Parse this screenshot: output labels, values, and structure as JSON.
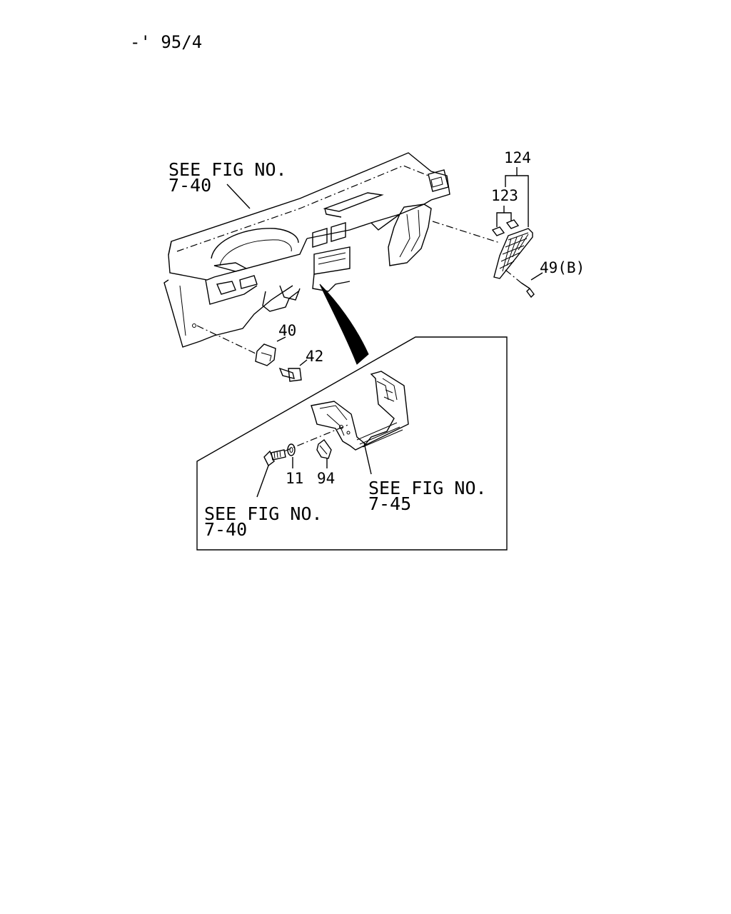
{
  "header": {
    "range_code": "-' 95/4"
  },
  "refs": {
    "dash_main": {
      "line1": "SEE FIG NO.",
      "line2": "7-40"
    },
    "bracket": {
      "line1": "SEE FIG NO.",
      "line2": "7-45"
    },
    "inset": {
      "line1": "SEE FIG NO.",
      "line2": "7-40"
    }
  },
  "parts": {
    "p124": "124",
    "p123": "123",
    "p49b": "49(B)",
    "p40": "40",
    "p42": "42",
    "p11": "11",
    "p94": "94"
  }
}
